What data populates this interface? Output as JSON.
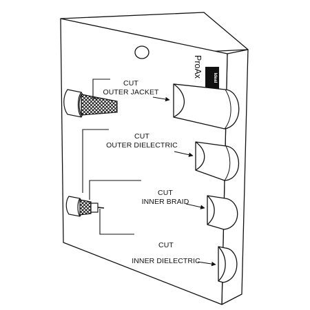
{
  "brand": {
    "name": "ProAx",
    "logo_text": "Ideal"
  },
  "steps": [
    {
      "line1": "CUT",
      "line2": "OUTER JACKET"
    },
    {
      "line1": "CUT",
      "line2": "OUTER DIELECTRIC"
    },
    {
      "line1": "CUT",
      "line2": "INNER BRAID"
    },
    {
      "line1": "CUT",
      "line2": "INNER DIELECTRIC"
    }
  ],
  "colors": {
    "outline": "#111111",
    "face": "#ffffff"
  }
}
